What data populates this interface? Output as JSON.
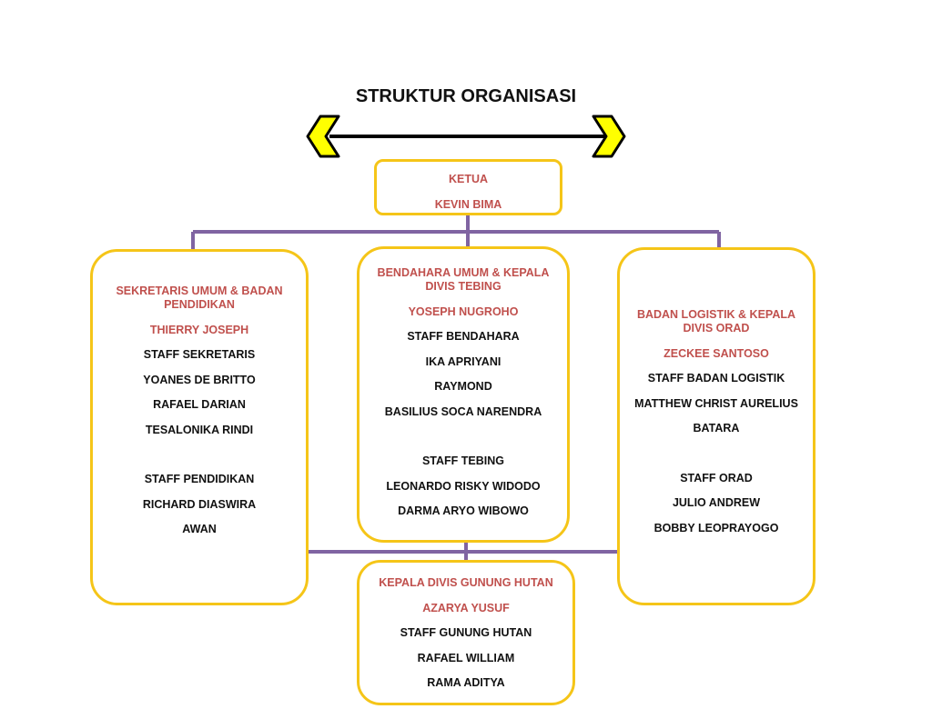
{
  "title": "STRUKTUR ORGANISASI",
  "colors": {
    "line": "#8064a2",
    "border": "#f5c518",
    "red": "#c0504d",
    "arrow": "#ffff00"
  },
  "ketua": {
    "role": "KETUA",
    "name": "KEVIN BIMA"
  },
  "left": {
    "role": "SEKRETARIS UMUM & BADAN PENDIDIKAN",
    "name": "THIERRY JOSEPH",
    "group1_title": "STAFF SEKRETARIS",
    "group1": [
      "YOANES DE BRITTO",
      "RAFAEL DARIAN",
      "TESALONIKA RINDI"
    ],
    "group2_title": "STAFF PENDIDIKAN",
    "group2": [
      "RICHARD DIASWIRA",
      "AWAN"
    ]
  },
  "middle": {
    "role": "BENDAHARA UMUM & KEPALA DIVIS TEBING",
    "name": "YOSEPH NUGROHO",
    "group1_title": "STAFF BENDAHARA",
    "group1": [
      "IKA APRIYANI",
      "RAYMOND",
      "BASILIUS SOCA NARENDRA"
    ],
    "group2_title": "STAFF TEBING",
    "group2": [
      "LEONARDO RISKY WIDODO",
      "DARMA ARYO WIBOWO"
    ]
  },
  "right": {
    "role": "BADAN LOGISTIK & KEPALA DIVIS ORAD",
    "name": "ZECKEE SANTOSO",
    "group1_title": "STAFF BADAN LOGISTIK",
    "group1": [
      "MATTHEW CHRIST AURELIUS",
      "BATARA"
    ],
    "group2_title": "STAFF ORAD",
    "group2": [
      "JULIO ANDREW",
      "BOBBY LEOPRAYOGO"
    ]
  },
  "bottom": {
    "role": "KEPALA DIVIS GUNUNG HUTAN",
    "name": "AZARYA YUSUF",
    "group1_title": "STAFF GUNUNG HUTAN",
    "group1": [
      "RAFAEL WILLIAM",
      "RAMA ADITYA"
    ]
  }
}
